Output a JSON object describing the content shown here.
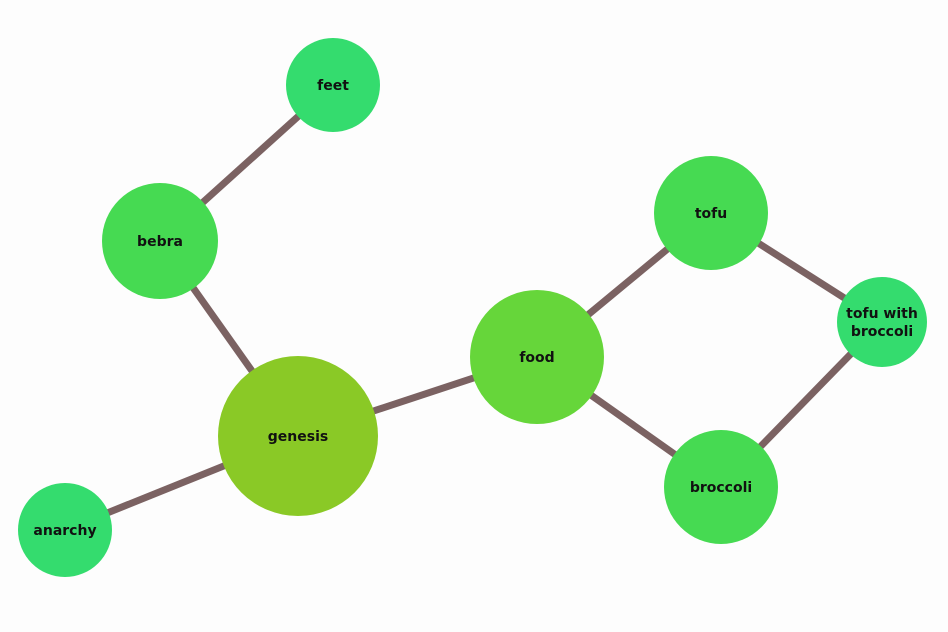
{
  "colors": {
    "edge": "#7b6262",
    "leaf": "#34dc6e",
    "mid": "#46da52",
    "food": "#66d63a",
    "root": "#8ac926"
  },
  "nodes": [
    {
      "id": "feet",
      "label": [
        "feet"
      ],
      "color": "leaf"
    },
    {
      "id": "bebra",
      "label": [
        "bebra"
      ],
      "color": "mid"
    },
    {
      "id": "genesis",
      "label": [
        "genesis"
      ],
      "color": "root"
    },
    {
      "id": "anarchy",
      "label": [
        "anarchy"
      ],
      "color": "leaf"
    },
    {
      "id": "food",
      "label": [
        "food"
      ],
      "color": "food"
    },
    {
      "id": "tofu",
      "label": [
        "tofu"
      ],
      "color": "mid"
    },
    {
      "id": "tofu-with-broccoli",
      "label": [
        "tofu with",
        "broccoli"
      ],
      "color": "leaf"
    },
    {
      "id": "broccoli",
      "label": [
        "broccoli"
      ],
      "color": "mid"
    }
  ],
  "edges": [
    [
      "feet",
      "bebra"
    ],
    [
      "bebra",
      "genesis"
    ],
    [
      "genesis",
      "anarchy"
    ],
    [
      "genesis",
      "food"
    ],
    [
      "food",
      "tofu"
    ],
    [
      "food",
      "broccoli"
    ],
    [
      "tofu",
      "tofu-with-broccoli"
    ],
    [
      "broccoli",
      "tofu-with-broccoli"
    ]
  ]
}
